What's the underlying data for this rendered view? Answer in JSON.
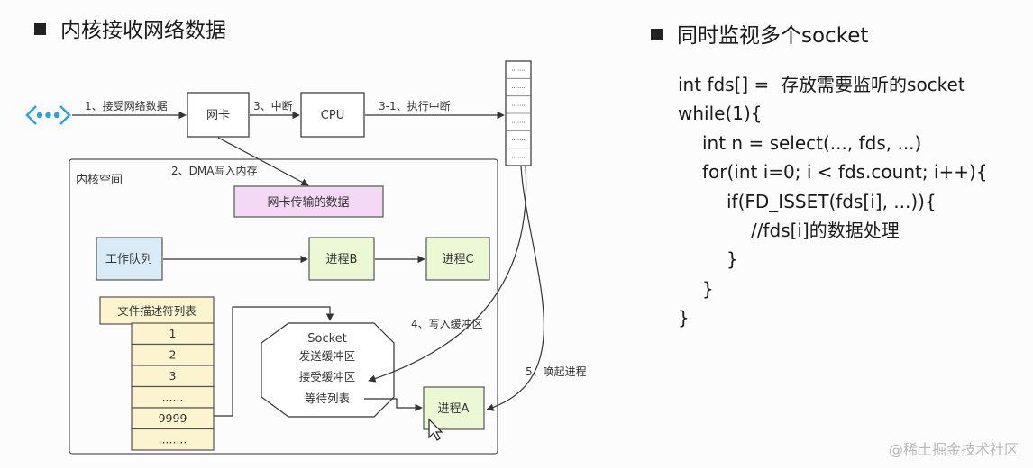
{
  "titles": {
    "left": "内核接收网络数据",
    "right": "同时监视多个socket"
  },
  "diagram": {
    "kernel_space_label": "内核空间",
    "nic_label": "网卡",
    "cpu_label": "CPU",
    "nic_data_label": "网卡传输的数据",
    "work_queue_label": "工作队列",
    "process_b_label": "进程B",
    "process_c_label": "进程C",
    "process_a_label": "进程A",
    "fd_table_header": "文件描述符列表",
    "fd_table_rows": [
      "1",
      "2",
      "3",
      "......",
      "9999",
      "........"
    ],
    "socket": {
      "title": "Socket",
      "send_buffer": "发送缓冲区",
      "recv_buffer": "接受缓冲区",
      "wait_list": "等待列表"
    },
    "arrows": {
      "receive": "1、接受网络数据",
      "dma": "2、DMA写入内存",
      "interrupt": "3、中断",
      "exec_interrupt": "3-1、执行中断",
      "write_buffer": "4、写入缓冲区",
      "wake_process": "5、唤起进程"
    },
    "memory_cell_text": ".......",
    "network_icon": "network-dots-icon"
  },
  "code": {
    "lines": [
      "int fds[] =  存放需要监听的socket",
      "while(1){",
      "int n = select(..., fds, ...)",
      "for(int i=0; i < fds.count; i++){",
      "if(FD_ISSET(fds[i], ...)){",
      "//fds[i]的数据处理",
      "}",
      "}",
      "}"
    ]
  },
  "watermark": "@稀土掘金技术社区",
  "colors": {
    "nic_data_fill": "#f3d9f5",
    "work_queue_fill": "#d9ebf7",
    "process_fill": "#ecf7d4",
    "fd_table_fill": "#fbf4cf",
    "network_icon": "#2aa3e0"
  }
}
